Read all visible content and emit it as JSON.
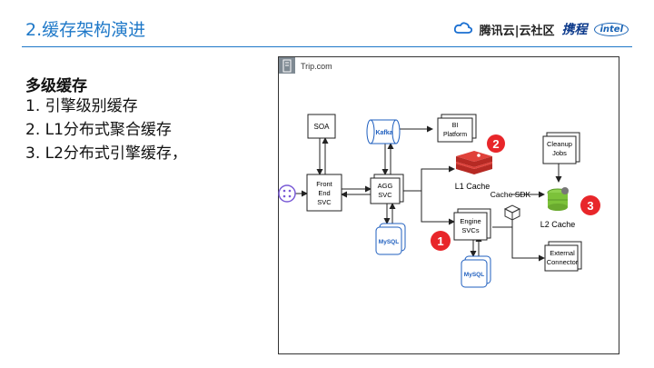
{
  "header": {
    "title": "2.缓存架构演进",
    "logos": {
      "tencent": "腾讯云",
      "community": "云社区",
      "ctrip": "携程",
      "intel": "intel"
    }
  },
  "content": {
    "heading": "多级缓存",
    "items": [
      "1.  引擎级别缓存",
      "2.  L1分布式聚合缓存",
      "3.  L2分布式引擎缓存，"
    ]
  },
  "diagram": {
    "frame_label": "Trip.com",
    "nodes": {
      "soa": "SOA",
      "kafka": "Kafka",
      "bi_line1": "BI",
      "bi_line2": "Platform",
      "front_line1": "Front",
      "front_line2": "End",
      "front_line3": "SVC",
      "agg_line1": "AGG",
      "agg_line2": "SVC",
      "mysql_agg": "MySQL",
      "l1_cache": "L1 Cache",
      "cache_sdk": "Cache SDK",
      "engine_line1": "Engine",
      "engine_line2": "SVCs",
      "mysql_engine": "MySQL",
      "cleanup_line1": "Cleanup",
      "cleanup_line2": "Jobs",
      "l2_cache": "L2 Cache",
      "external_line1": "External",
      "external_line2": "Connector"
    },
    "badges": [
      "1",
      "2",
      "3"
    ],
    "colors": {
      "badge": "#e8262a",
      "redis": "#c8332b",
      "mysql_text": "#1f5fbf",
      "l2_green": "#7cc23a"
    }
  }
}
